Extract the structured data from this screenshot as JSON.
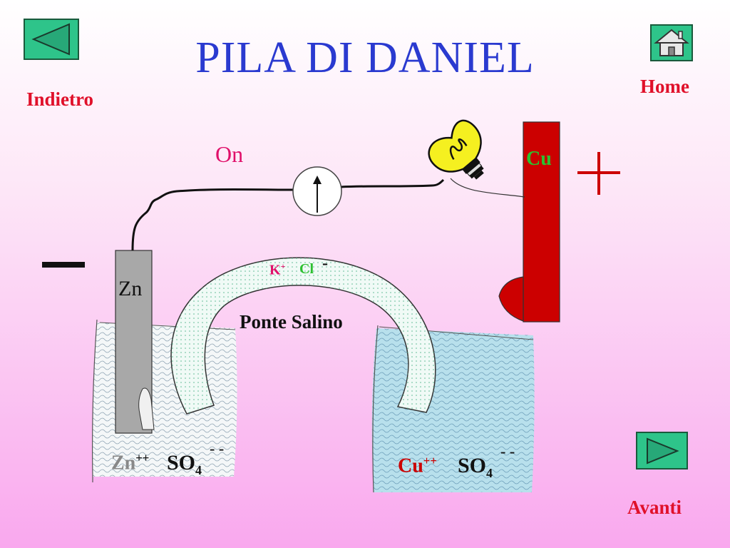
{
  "title": "PILA DI DANIEL",
  "nav": {
    "back_label": "Indietro",
    "home_label": "Home",
    "forward_label": "Avanti",
    "back_icon": "triangle-left-icon",
    "home_icon": "house-icon",
    "forward_icon": "triangle-right-icon"
  },
  "labels": {
    "on": "On",
    "cu_electrode": "Cu",
    "zn_electrode": "Zn",
    "salt_bridge": "Ponte Salino",
    "k": "K",
    "k_charge": "+",
    "cl": "Cl",
    "cl_charge": "-",
    "left_cation": "Zn",
    "left_cation_charge": "++",
    "left_anion": "SO",
    "left_anion_sub": "4",
    "left_anion_charge": "- -",
    "right_cation": "Cu",
    "right_cation_charge": "++",
    "right_anion": "SO",
    "right_anion_sub": "4",
    "right_anion_charge": "- -"
  },
  "colors": {
    "title": "#2a3ad0",
    "nav_label": "#e0102a",
    "button": "#2ec48a",
    "copper": "#cc0000",
    "zinc": "#a8a8a8",
    "salt_bridge": "#f0faf6",
    "cu_solution": "#b8e0ec",
    "zn_solution": "#f4f7f8",
    "plus": "#cc0000",
    "k_color": "#e0106a",
    "cl_color": "#2cc030",
    "cu_label": "#2cc030"
  },
  "terminals": {
    "negative": "minus-sign-icon",
    "positive": "plus-sign-icon"
  }
}
